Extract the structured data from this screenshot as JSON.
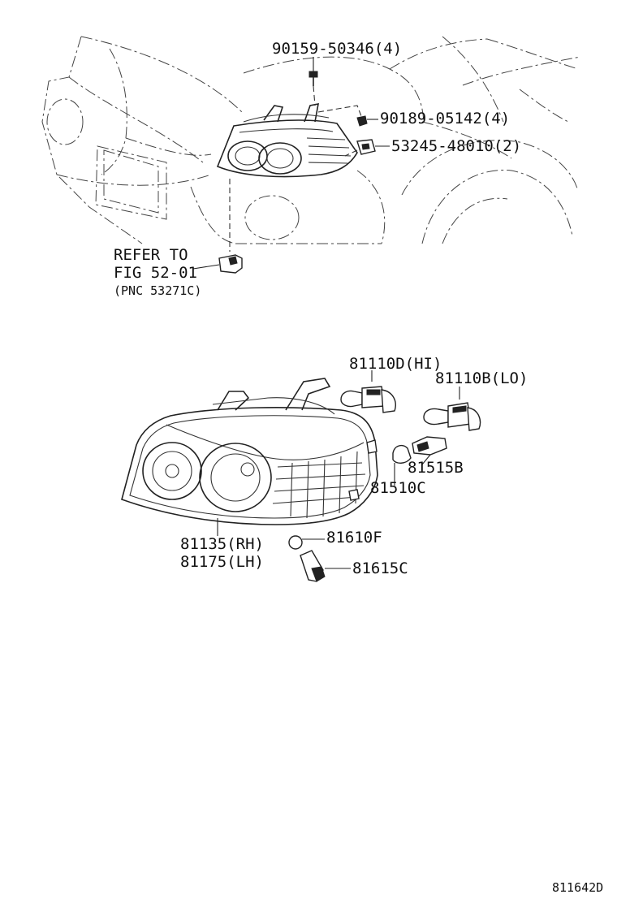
{
  "labels": {
    "screw": "90159-50346(4)",
    "nut": "90189-05142(4)",
    "clip": "53245-48010(2)",
    "refer_line1": "REFER TO",
    "refer_line2": "FIG 52-01",
    "refer_line3": "(PNC 53271C)",
    "bulb_hi": "81110D(HI)",
    "bulb_lo": "81110B(LO)",
    "socket_81515": "81515B",
    "bulb_81510": "81510C",
    "bulb_81610": "81610F",
    "socket_81615": "81615C",
    "headlamp_rh": "81135(RH)",
    "headlamp_lh": "81175(LH)",
    "figure_code": "811642D"
  }
}
